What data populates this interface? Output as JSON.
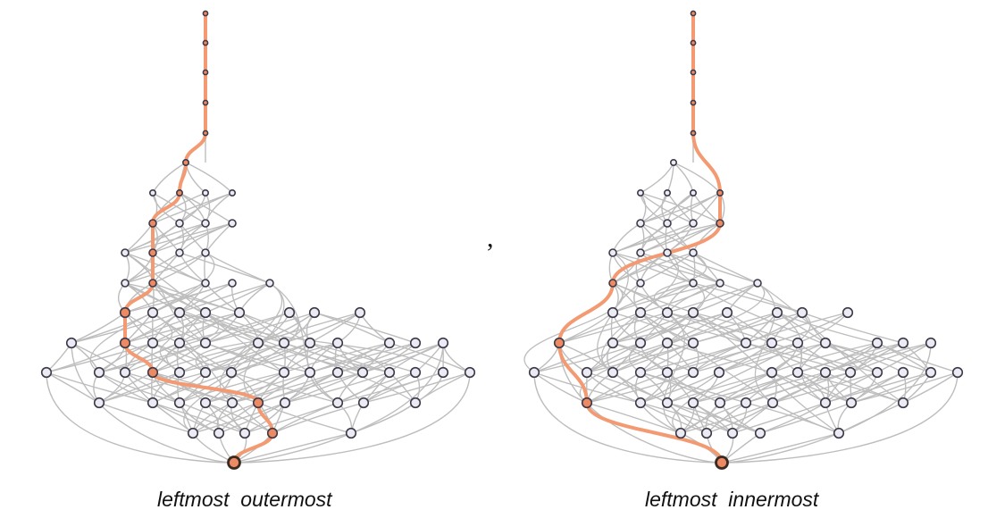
{
  "captions": {
    "left": "leftmost  outermost",
    "right": "leftmost  innermost"
  },
  "separator": ",",
  "colors": {
    "edge": "#bdbdbd",
    "node_fill": "#ecebf3",
    "node_stroke": "#3c3948",
    "highlight": "#f39a72",
    "highlight_node_fill": "#ee8a63",
    "final_node_stroke": "#3a2a22"
  },
  "graphs": [
    {
      "name": "leftmost-outermost",
      "chain_length": 5,
      "highlight_branch": "left"
    },
    {
      "name": "leftmost-innermost",
      "chain_length": 5,
      "highlight_branch": "outer"
    }
  ]
}
